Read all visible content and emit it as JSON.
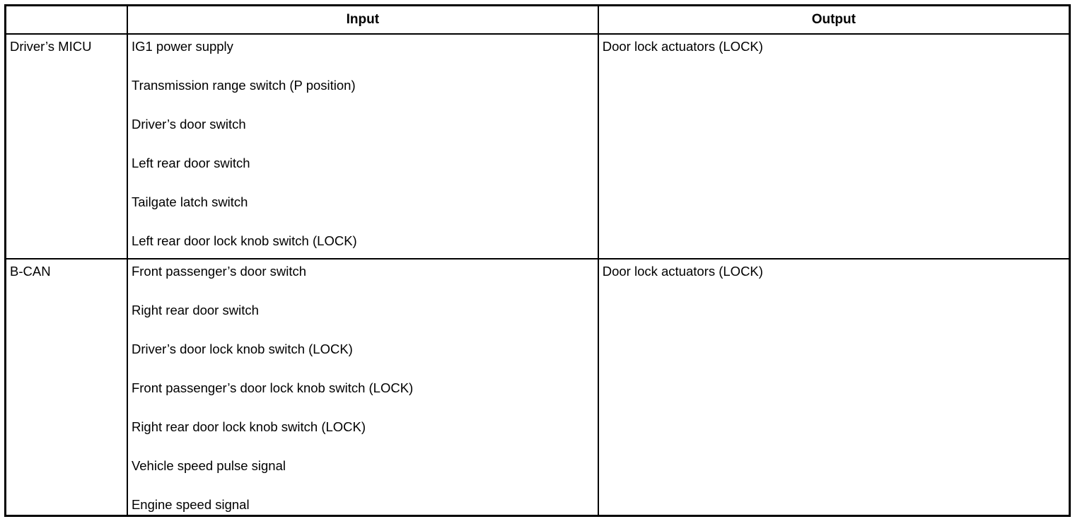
{
  "table": {
    "headers": {
      "source": "",
      "input": "Input",
      "output": "Output"
    },
    "rows": [
      {
        "source": "Driver’s MICU",
        "inputs": [
          "IG1 power supply",
          "Transmission range switch (P position)",
          "Driver’s door switch",
          "Left rear door switch",
          "Tailgate latch switch",
          "Left rear door lock knob switch (LOCK)"
        ],
        "outputs": [
          "Door lock actuators (LOCK)"
        ]
      },
      {
        "source": "B-CAN",
        "inputs": [
          "Front passenger’s door switch",
          "Right rear door switch",
          "Driver’s door lock knob switch (LOCK)",
          "Front passenger’s door lock knob switch (LOCK)",
          "Right rear door lock knob switch (LOCK)",
          "Vehicle speed pulse signal",
          "Engine speed signal"
        ],
        "outputs": [
          "Door lock actuators (LOCK)"
        ]
      }
    ]
  }
}
